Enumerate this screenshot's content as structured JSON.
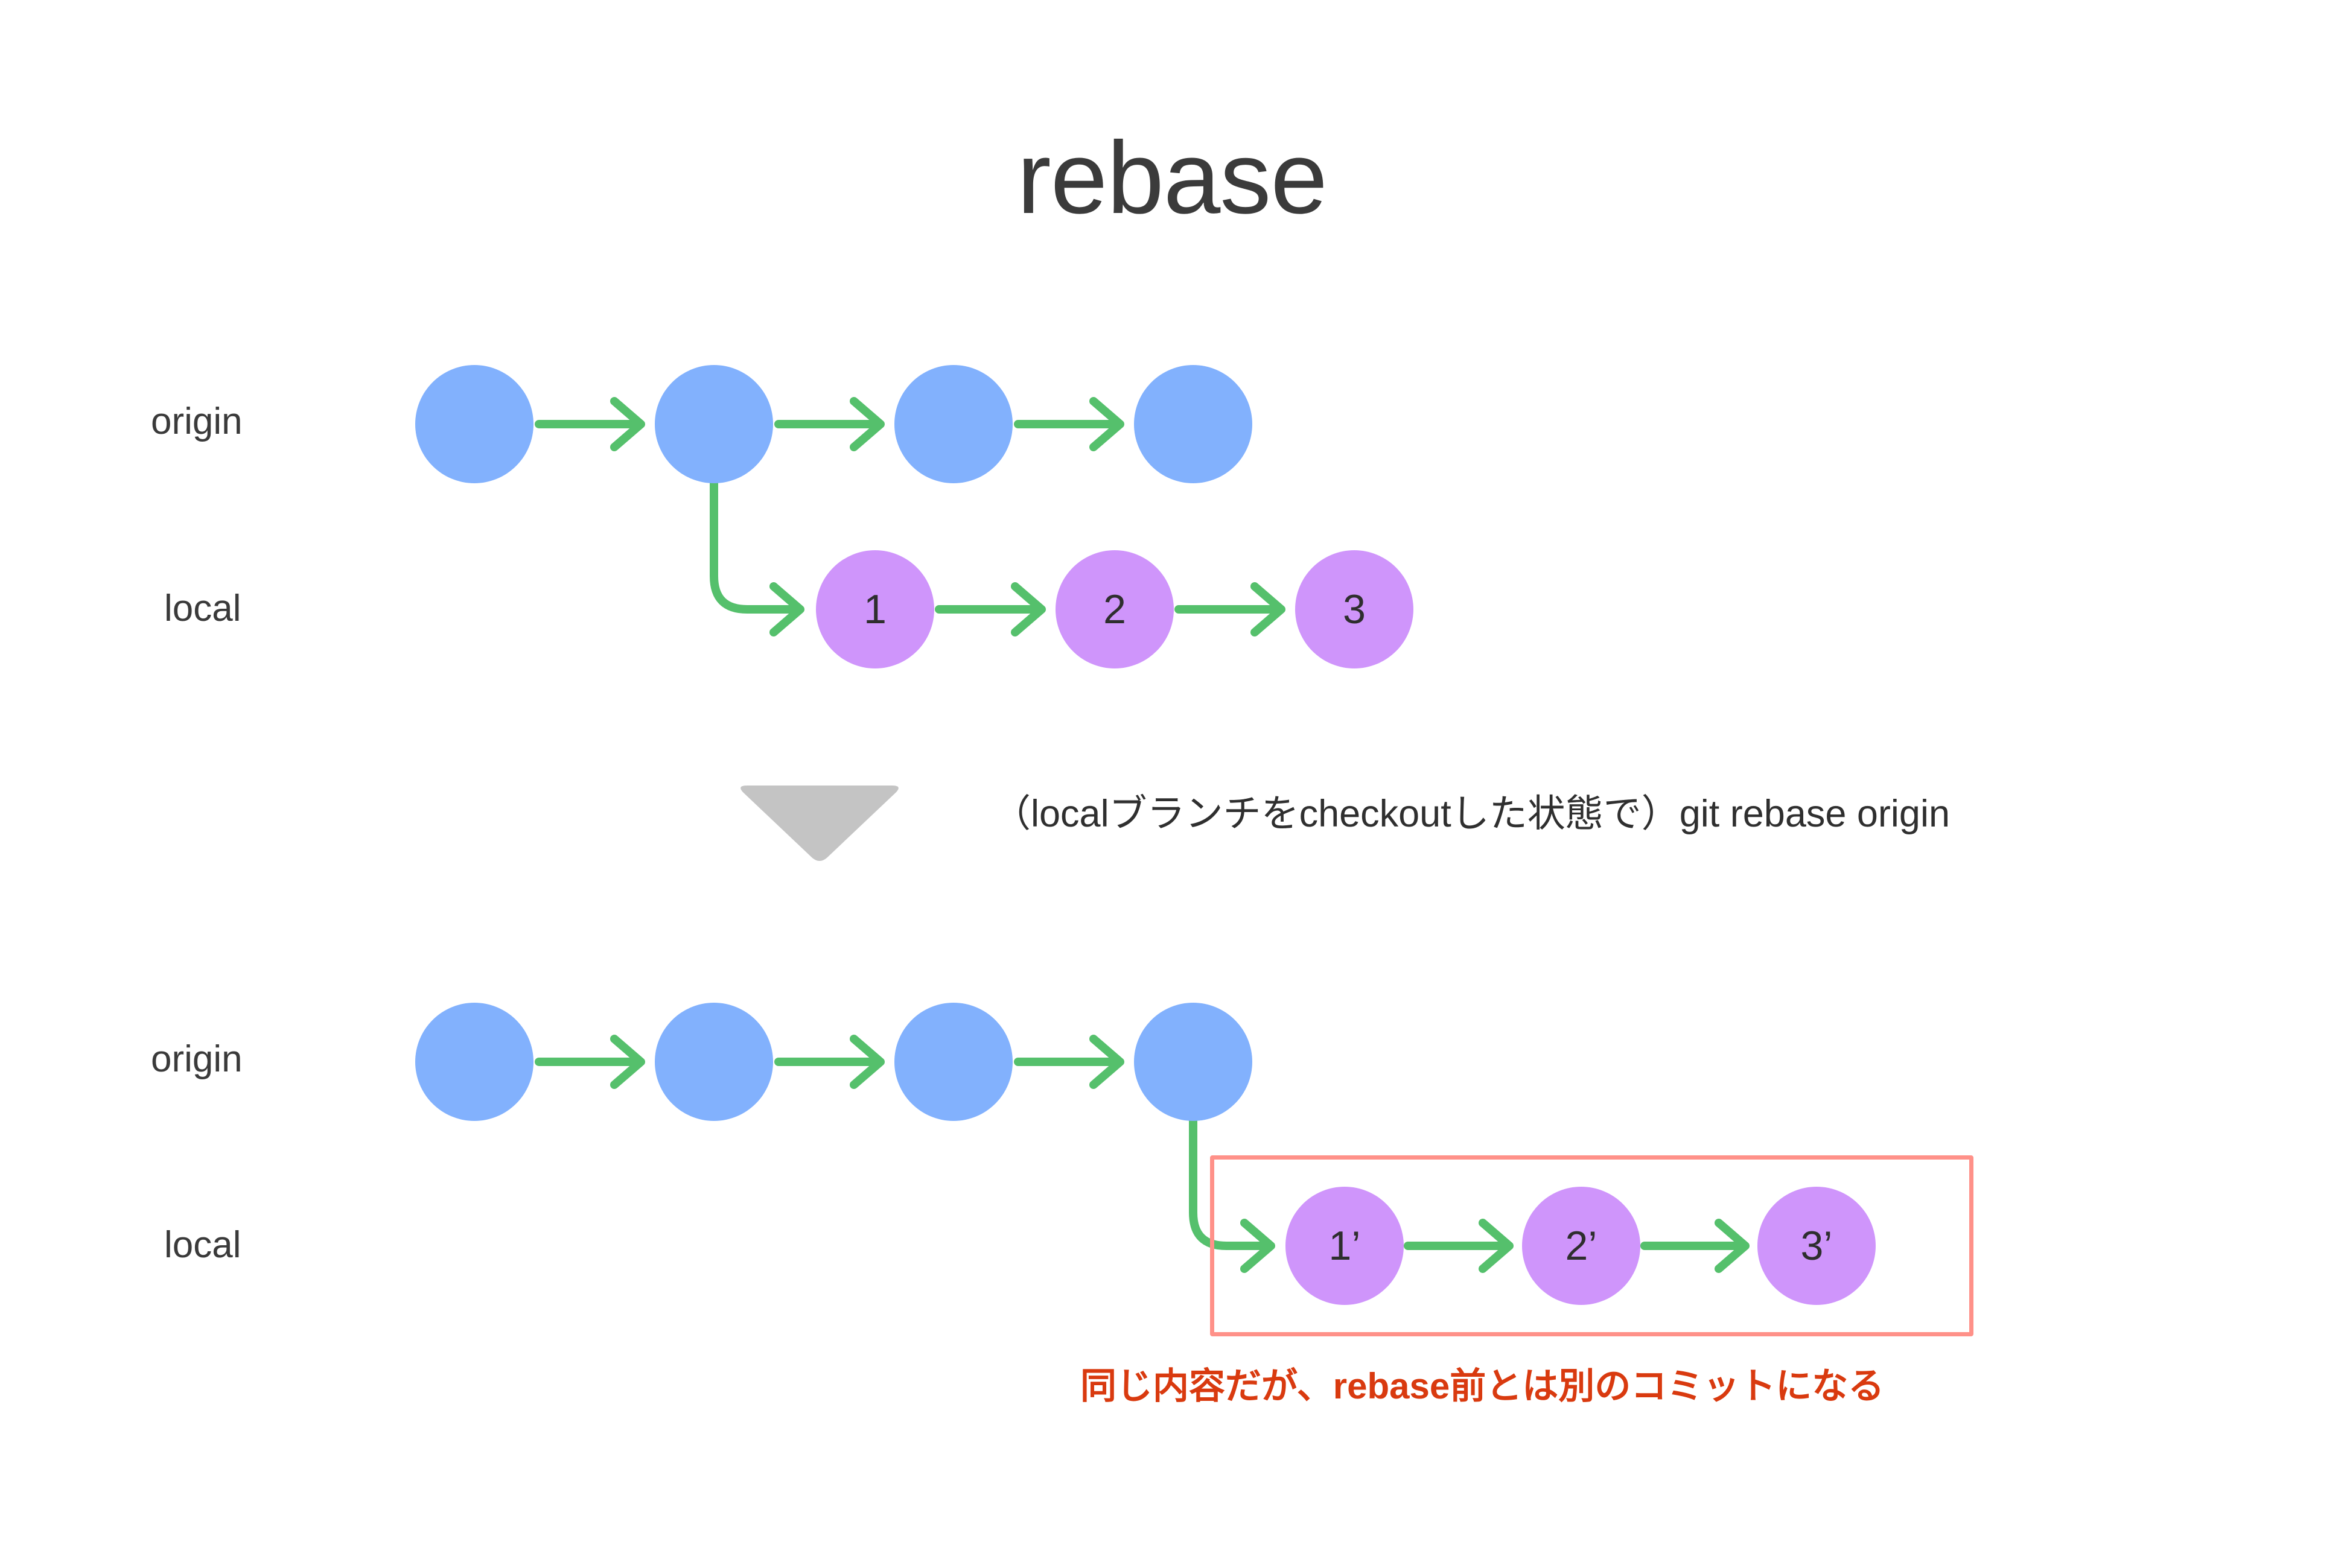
{
  "page": {
    "title": "rebase",
    "background_color": "#ffffff"
  },
  "colors": {
    "origin_node": "#82b1fd",
    "local_node": "#cf95fb",
    "arrow": "#55c06c",
    "title_text": "#3b3b3b",
    "label_text": "#3a3a3a",
    "triangle": "#c4c4c4",
    "highlight_box_border": "#ff9189",
    "annotation_text": "#d93a0f"
  },
  "before": {
    "origin_label": "origin",
    "local_label": "local",
    "origin_commits": [
      "",
      "",
      "",
      ""
    ],
    "local_commits": [
      "1",
      "2",
      "3"
    ]
  },
  "transition": {
    "triangle_icon": "triangle-down-icon",
    "caption": "（localブランチをcheckoutした状態で）git rebase origin"
  },
  "after": {
    "origin_label": "origin",
    "local_label": "local",
    "origin_commits": [
      "",
      "",
      "",
      ""
    ],
    "local_commits": [
      "1’",
      "2’",
      "3’"
    ],
    "annotation": "同じ内容だが、rebase前とは別のコミットになる"
  }
}
